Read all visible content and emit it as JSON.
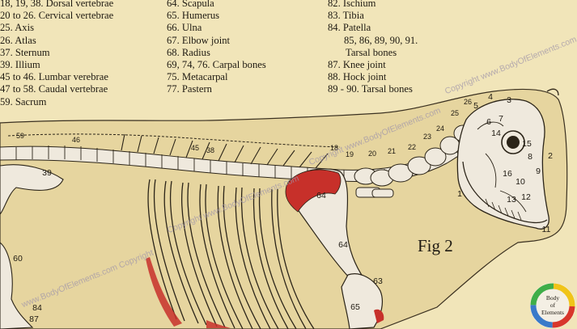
{
  "legend": {
    "col1": [
      "18, 19, 38. Dorsal vertebrae",
      "20 to 26. Cervical vertebrae",
      "25. Axis",
      "26. Atlas",
      "37. Sternum",
      "39. Illium",
      "45 to 46. Lumbar verebrae",
      "47 to 58. Caudal vertebrae",
      "59. Sacrum"
    ],
    "col2": [
      "64. Scapula",
      "65. Humerus",
      "66. Ulna",
      "67. Elbow joint",
      "68. Radius",
      "69, 74, 76. Carpal bones",
      "75. Metacarpal",
      "77. Pastern"
    ],
    "col3": [
      "82. Ischium",
      "83. Tibia",
      "84. Patella",
      "85, 86, 89, 90, 91.",
      "Tarsal bones",
      "87. Knee joint",
      "88. Hock joint",
      "89 - 90. Tarsal bones"
    ]
  },
  "figure_label": "Fig 2",
  "skull_numbers": [
    "1",
    "2",
    "3",
    "4",
    "5",
    "6",
    "7",
    "8",
    "9",
    "10",
    "11",
    "12",
    "13",
    "14",
    "15",
    "16"
  ],
  "spine_numbers": [
    "59",
    "46",
    "45",
    "38",
    "18",
    "19",
    "20",
    "21",
    "22",
    "23",
    "24",
    "25",
    "26"
  ],
  "limb_numbers": [
    "39",
    "60",
    "64",
    "64",
    "63",
    "65",
    "84",
    "87"
  ],
  "watermark": {
    "text_1": "www.BodyOfElements.com Copyright",
    "text_2": "Copyright www.BodyOfElements.com",
    "text_3": "Copyright www.BodyOfElements.com",
    "text_4": "Copyright www.BodyOfElements.com"
  },
  "logo": {
    "line1": "Body",
    "line2": "of",
    "line3": "Elements"
  },
  "colors": {
    "background": "#f1e5b9",
    "bone": "#efe9dd",
    "ink": "#1f1a12",
    "cartilage": "#c7302a",
    "silhouette": "#e3d29a"
  }
}
